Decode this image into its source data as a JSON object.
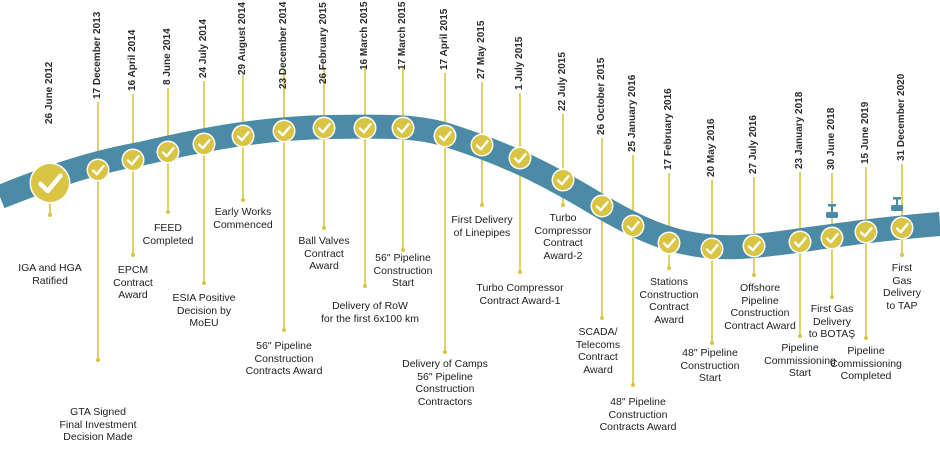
{
  "colors": {
    "band": "#4b8ba6",
    "node": "#d9c543",
    "node_ring": "#ffffff",
    "check": "#ffffff",
    "stem": "#d9c543",
    "valve": "#4b8ba6"
  },
  "milestones": [
    {
      "date": "26 June 2012",
      "label": "IGA and HGA\nRatified"
    },
    {
      "date": "17 December 2013",
      "label": "GTA Signed\nFinal Investment\nDecision Made"
    },
    {
      "date": "16 April 2014",
      "label": "EPCM\nContract\nAward"
    },
    {
      "date": "8 June 2014",
      "label": "FEED\nCompleted"
    },
    {
      "date": "24 July 2014",
      "label": "ESIA Positive\nDecision by\nMoEU"
    },
    {
      "date": "29 August 2014",
      "label": "Early Works\nCommenced"
    },
    {
      "date": "23 December 2014",
      "label": "56\" Pipeline\nConstruction\nContracts Award"
    },
    {
      "date": "26 February 2015",
      "label": "Ball Valves\nContract\nAward"
    },
    {
      "date": "16 March 2015",
      "label": "Delivery of RoW\nfor the first 6x100 km"
    },
    {
      "date": "17 March 2015",
      "label": "56\" Pipeline\nConstruction\nStart"
    },
    {
      "date": "17 April 2015",
      "label": "Delivery of Camps\n56\" Pipeline\nConstruction\nContractors"
    },
    {
      "date": "27 May 2015",
      "label": "First Delivery\nof Linepipes"
    },
    {
      "date": "1 July 2015",
      "label": "Turbo Compressor\nContract Award-1"
    },
    {
      "date": "22 July 2015",
      "label": "Turbo\nCompressor\nContract\nAward-2"
    },
    {
      "date": "26 October 2015",
      "label": "SCADA/\nTelecoms\nContract\nAward"
    },
    {
      "date": "25 January 2016",
      "label": "48\" Pipeline\nConstruction\nContracts Award"
    },
    {
      "date": "17 February 2016",
      "label": "Stations\nConstruction\nContract\nAward"
    },
    {
      "date": "20 May 2016",
      "label": "48\" Pipeline\nConstruction\nStart"
    },
    {
      "date": "27 July 2016",
      "label": "Offshore\nPipeline\nConstruction\nContract Award"
    },
    {
      "date": "23 January 2018",
      "label": "Pipeline\nCommissioning\nStart"
    },
    {
      "date": "30 June 2018",
      "label": "First Gas\nDelivery\nto BOTAŞ"
    },
    {
      "date": "15 June 2019",
      "label": "Pipeline\nCommissioning\nCompleted"
    },
    {
      "date": "31 December 2020",
      "label": "First Gas\nDelivery\nto TAP"
    }
  ]
}
